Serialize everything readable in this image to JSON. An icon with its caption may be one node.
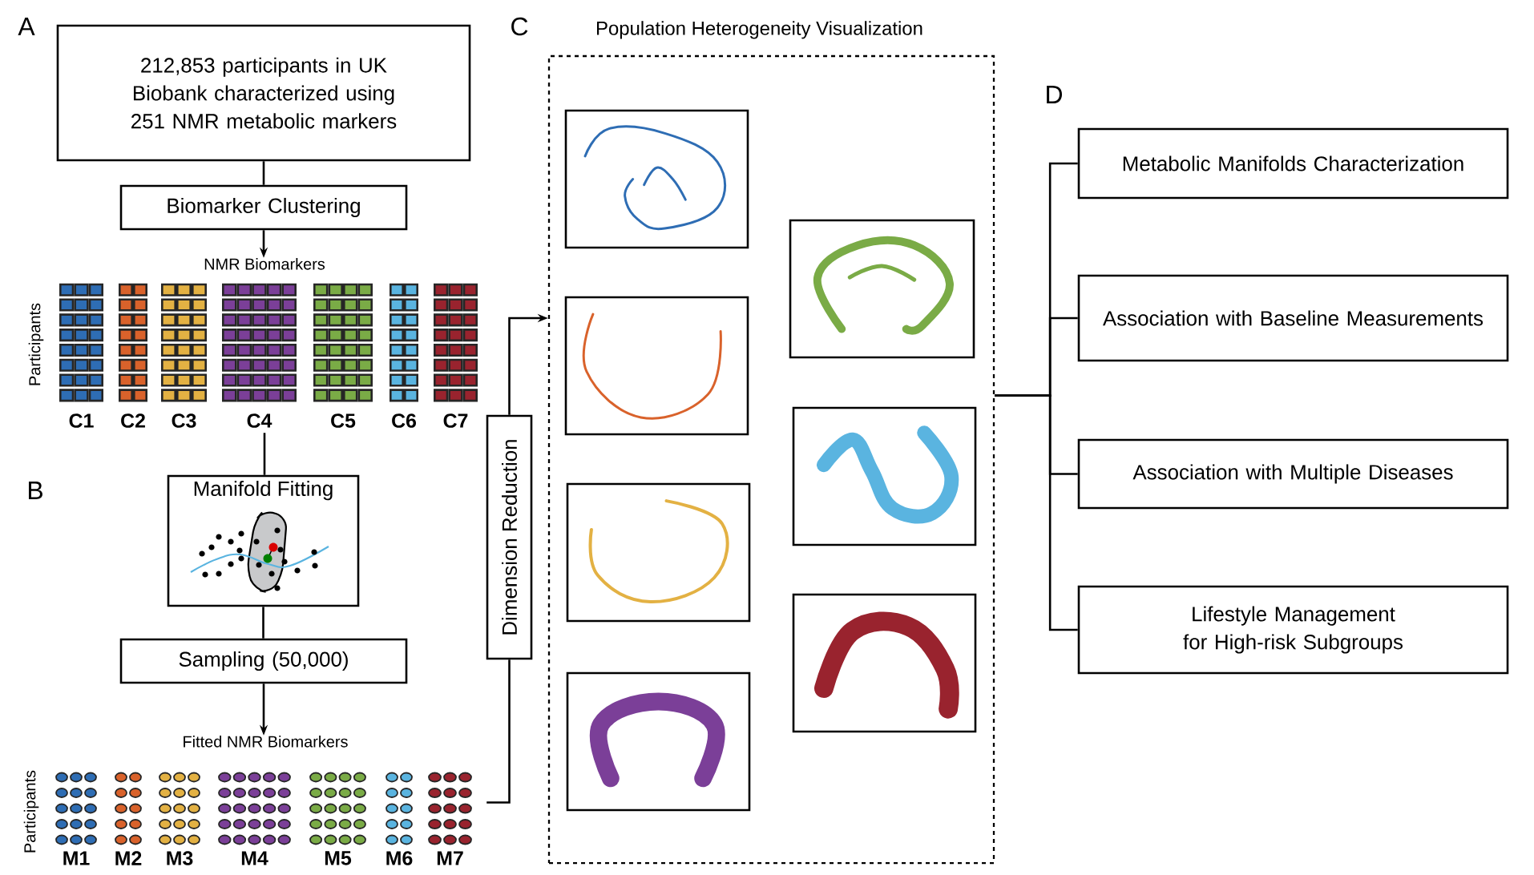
{
  "diagram": {
    "title": "Population Heterogeneity Visualization",
    "nodes": [
      {
        "text": [
          "212,853 participants in UK Biobank characterized using 251 NMR metabolic markers"
        ]
      },
      {
        "text": [
          "Biomarker Clustering"
        ]
      },
      {
        "text": [
          "NMR Biomarkers"
        ]
      },
      {
        "text": [
          "Manifold Fitting"
        ]
      },
      {
        "text": [
          "Sampling (50,000)"
        ]
      },
      {
        "text": [
          "Fitted NMR Biomarkers"
        ]
      },
      {
        "text": [
          "Dimension Reduction"
        ]
      },
      {
        "text": [],
        "shape": "box"
      },
      {
        "text": [],
        "shape": "picture",
        "in": 7
      },
      {
        "text": [],
        "shape": "picture",
        "in": 7
      },
      {
        "text": [],
        "shape": "picture",
        "in": 7
      },
      {
        "text": [],
        "shape": "picture",
        "in": 7
      },
      {
        "text": [],
        "shape": "picture",
        "in": 7
      },
      {
        "text": [],
        "shape": "picture",
        "in": 7
      },
      {
        "text": [],
        "shape": "picture",
        "in": 7
      },
      {
        "text": [
          "Metabolic Manifolds Characterization"
        ]
      },
      {
        "text": [
          "Association with Baseline Measurements"
        ]
      },
      {
        "text": [
          "Association with Multiple Diseases"
        ]
      },
      {
        "text": [
          "Lifestyle Management for High-risk Subgroups"
        ]
      }
    ],
    "edges": [
      {
        "from": 0,
        "to": 1,
        "arrow": "none"
      },
      {
        "from": 1,
        "to": 2,
        "arrow": "to"
      },
      {
        "from": 2,
        "to": 3,
        "arrow": "none"
      },
      {
        "from": 3,
        "to": 4,
        "arrow": "none"
      },
      {
        "from": 4,
        "to": 5,
        "arrow": "to"
      },
      {
        "from": 5,
        "to": 6,
        "arrow": "none"
      },
      {
        "from": 6,
        "to": 7,
        "arrow": "to"
      },
      {
        "from": 7,
        "to": 15,
        "arrow": "none"
      },
      {
        "from": 7,
        "to": 16,
        "arrow": "none"
      },
      {
        "from": 7,
        "to": 17,
        "arrow": "none"
      },
      {
        "from": 7,
        "to": 18,
        "arrow": "none"
      }
    ],
    "labels": [
      "A",
      "C",
      "D",
      "Participants",
      "C1",
      "C2",
      "C3",
      "C4",
      "C5",
      "C6",
      "C7",
      "B",
      "Participants",
      "M1",
      "M2",
      "M3",
      "M4",
      "M5",
      "M6",
      "M7"
    ]
  }
}
